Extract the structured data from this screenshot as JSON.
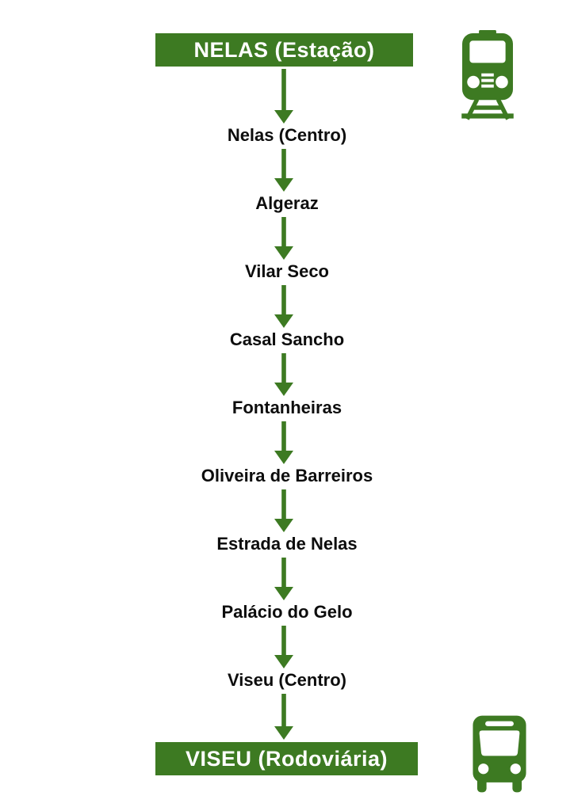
{
  "route": {
    "origin_label": "NELAS (Estação)",
    "destination_label": "VISEU (Rodoviária)",
    "stops": [
      "Nelas (Centro)",
      "Algeraz",
      "Vilar Seco",
      "Casal Sancho",
      "Fontanheiras",
      "Oliveira de Barreiros",
      "Estrada de Nelas",
      "Palácio do Gelo",
      "Viseu (Centro)"
    ]
  },
  "icons": {
    "origin": "train-icon",
    "destination": "bus-icon"
  },
  "colors": {
    "green": "#3D7A22",
    "label_text": "#0D0D0D",
    "banner_text": "#FFFFFF",
    "background": "#FFFFFF"
  }
}
